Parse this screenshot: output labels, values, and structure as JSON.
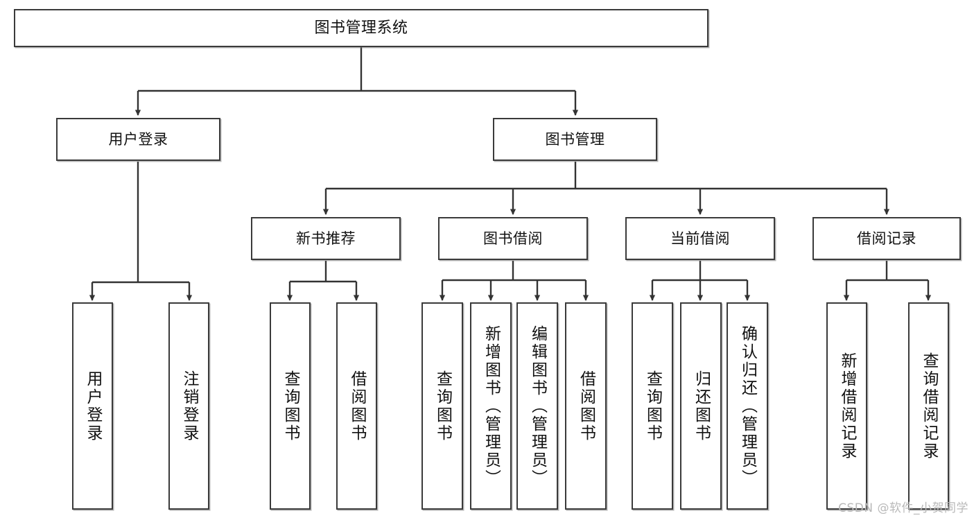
{
  "diagram": {
    "title": "图书管理系统",
    "watermark": "CSDN @软件_小贺同学",
    "line_color": "#333333",
    "box_border_color": "#3a3a3a",
    "background": "#ffffff",
    "nodes": {
      "root": {
        "label": "图书管理系统"
      },
      "level1": [
        {
          "id": "user-login",
          "label": "用户登录"
        },
        {
          "id": "book-manage",
          "label": "图书管理"
        }
      ],
      "level2": [
        {
          "id": "new-book-recommend",
          "label": "新书推荐"
        },
        {
          "id": "book-borrow",
          "label": "图书借阅"
        },
        {
          "id": "current-borrow",
          "label": "当前借阅"
        },
        {
          "id": "borrow-record",
          "label": "借阅记录"
        }
      ],
      "leaves": {
        "user-login": [
          {
            "id": "leaf-user-login",
            "label": "用户登录"
          },
          {
            "id": "leaf-logout-login",
            "label": "注销登录"
          }
        ],
        "new-book-recommend": [
          {
            "id": "leaf-query-book-1",
            "label": "查询图书"
          },
          {
            "id": "leaf-borrow-book-1",
            "label": "借阅图书"
          }
        ],
        "book-borrow": [
          {
            "id": "leaf-query-book-2",
            "label": "查询图书"
          },
          {
            "id": "leaf-add-book",
            "label": "新增图书（管理员）"
          },
          {
            "id": "leaf-edit-book",
            "label": "编辑图书（管理员）"
          },
          {
            "id": "leaf-borrow-book-2",
            "label": "借阅图书"
          }
        ],
        "current-borrow": [
          {
            "id": "leaf-query-book-3",
            "label": "查询图书"
          },
          {
            "id": "leaf-return-book",
            "label": "归还图书"
          },
          {
            "id": "leaf-confirm-return",
            "label": "确认归还（管理员）"
          }
        ],
        "borrow-record": [
          {
            "id": "leaf-add-record",
            "label": "新增借阅记录"
          },
          {
            "id": "leaf-query-record",
            "label": "查询借阅记录"
          }
        ]
      }
    }
  }
}
